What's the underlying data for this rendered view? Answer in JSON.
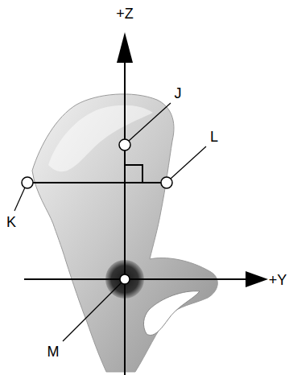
{
  "diagram": {
    "labels": [
      "+Z",
      "J",
      "L",
      "K",
      "+Y",
      "M"
    ]
  }
}
